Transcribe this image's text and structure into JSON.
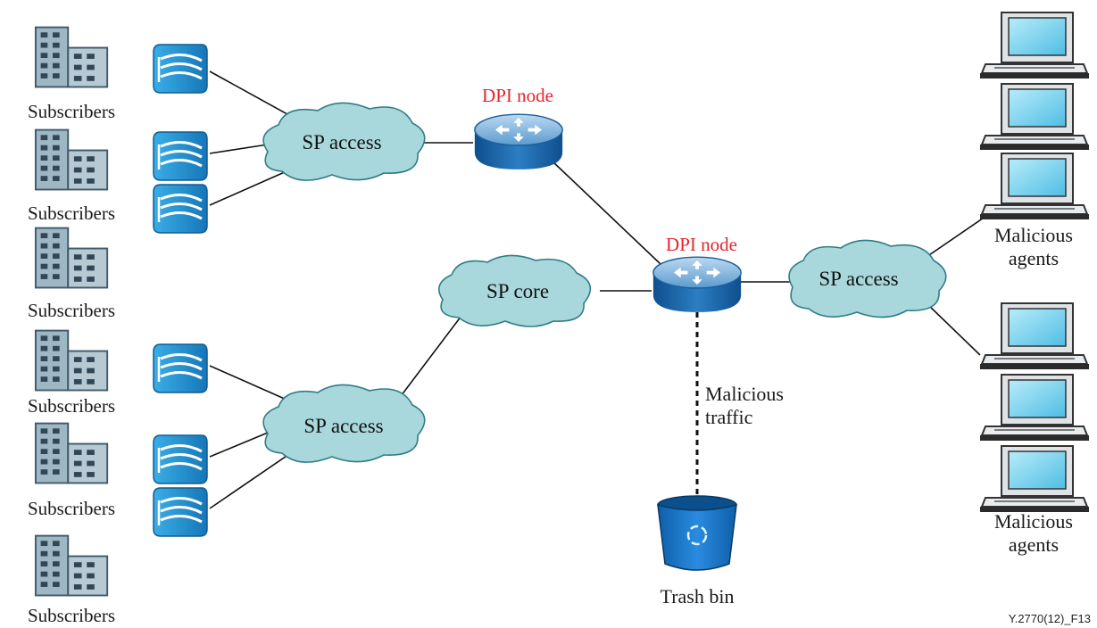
{
  "colors": {
    "cloud_fill": "#a9d8dc",
    "cloud_stroke": "#2f7d86",
    "router_blue": "#1f6fb2",
    "modem_blue": "#1a8fd0",
    "building_gray": "#8aa3b1",
    "dpi_label_red": "#e8232a",
    "trash_blue": "#1677c9",
    "computer_screen": "#7fd3ee"
  },
  "icons": {
    "building": "building-icon",
    "modem": "modem-icon",
    "router": "router-icon",
    "computer": "computer-icon",
    "trash": "trash-bin-icon"
  },
  "labels": {
    "subscribers": [
      "Subscribers",
      "Subscribers",
      "Subscribers",
      "Subscribers",
      "Subscribers",
      "Subscribers"
    ],
    "sp_access_top": "SP access",
    "sp_access_bottom": "SP access",
    "sp_access_right": "SP access",
    "sp_core": "SP core",
    "dpi_node_top": "DPI node",
    "dpi_node_center": "DPI node",
    "malicious_agents_top": [
      "Malicious",
      "agents"
    ],
    "malicious_agents_bottom": [
      "Malicious",
      "agents"
    ],
    "malicious_traffic": [
      "Malicious",
      "traffic"
    ],
    "trash_bin": "Trash bin",
    "figure_id": "Y.2770(12)_F13"
  }
}
